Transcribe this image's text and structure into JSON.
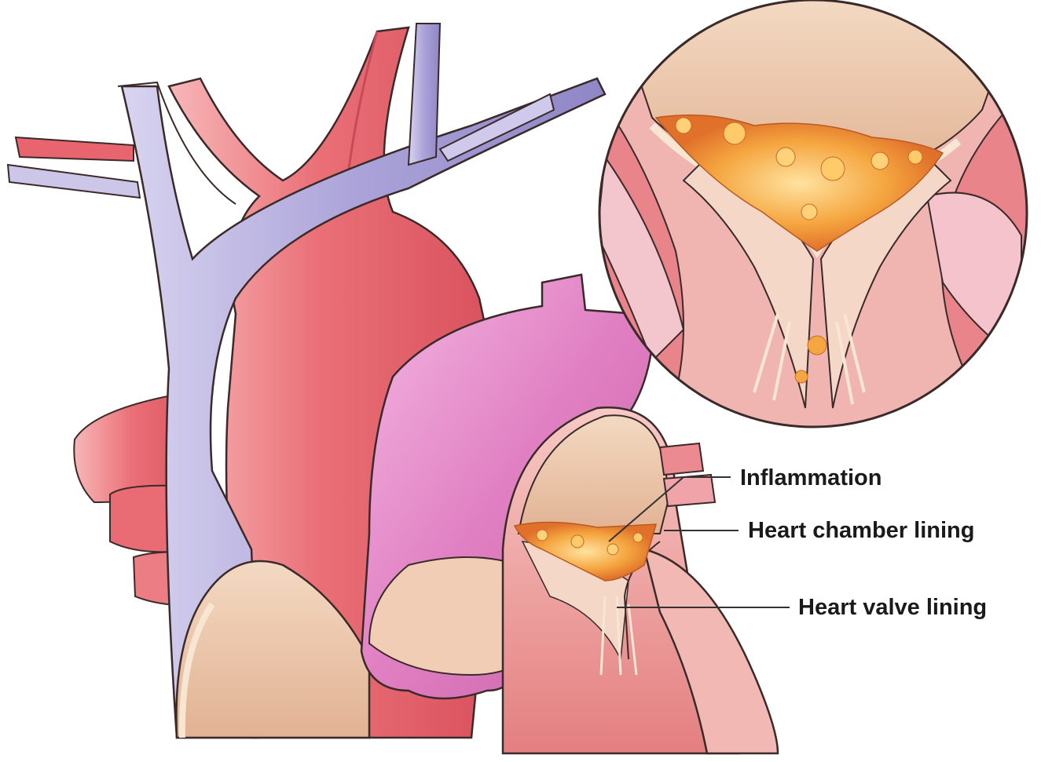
{
  "labels": {
    "inflammation": "Inflammation",
    "chamber_lining": "Heart chamber lining",
    "valve_lining": "Heart valve lining"
  },
  "colors": {
    "artery_red": "#e8646e",
    "vein_purple": "#a8a0d6",
    "pulmonary_pink": "#d96fb4",
    "chamber_tan": "#e8c3a4",
    "inflammation_orange": "#f0a030",
    "lining_cream": "#f6e6d2",
    "outline": "#3a2a2a"
  }
}
